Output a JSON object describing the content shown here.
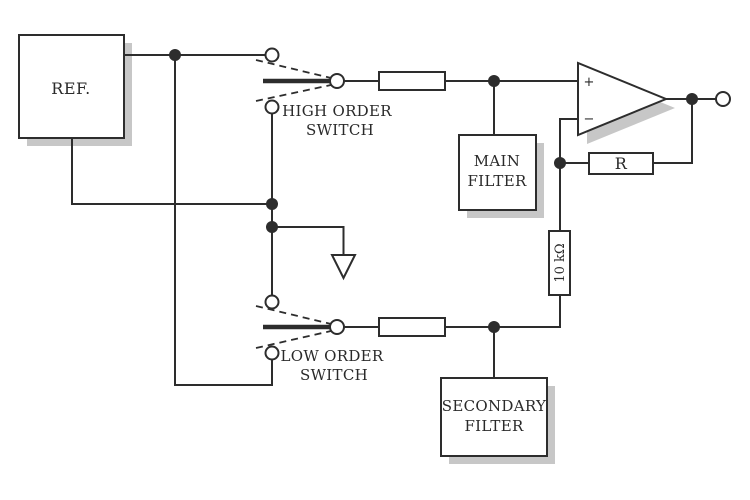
{
  "diagram": {
    "ref_block": {
      "label": "REF."
    },
    "high_order_switch": {
      "label_line1": "HIGH ORDER",
      "label_line2": "SWITCH"
    },
    "low_order_switch": {
      "label_line1": "LOW ORDER",
      "label_line2": "SWITCH"
    },
    "main_filter": {
      "label_line1": "MAIN",
      "label_line2": "FILTER"
    },
    "secondary_filter": {
      "label_line1": "SECONDARY",
      "label_line2": "FILTER"
    },
    "feedback_resistor": {
      "label": "R"
    },
    "vertical_resistor": {
      "label": "10 kΩ"
    },
    "opamp": {
      "plus_input": "+",
      "minus_input": "−"
    }
  },
  "colors": {
    "line": "#2d2d2d",
    "shadow": "#c7c7c7",
    "background": "#ffffff"
  }
}
